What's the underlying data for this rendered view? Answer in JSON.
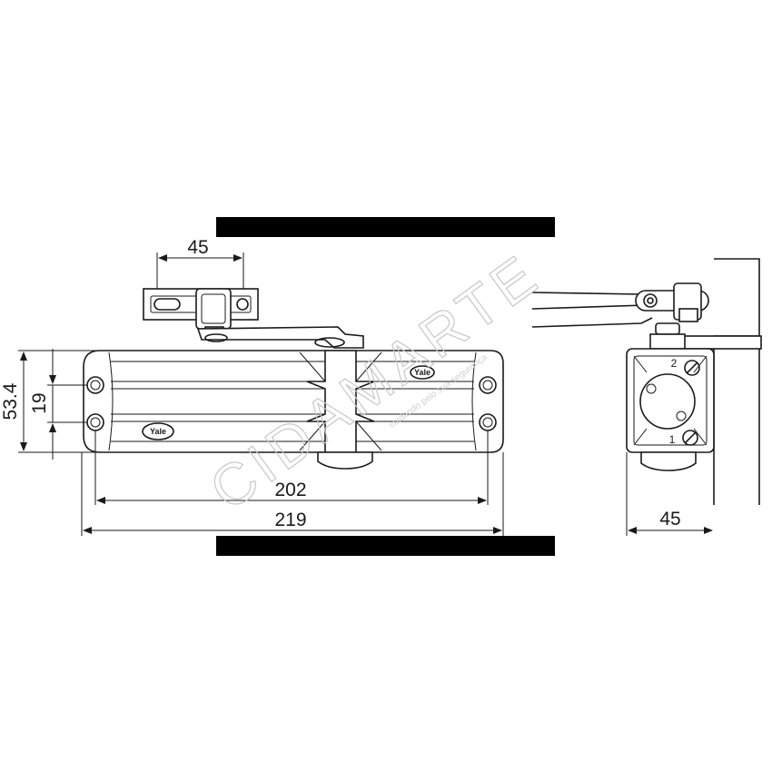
{
  "dimensions": {
    "top_arm_width": "45",
    "inner_length": "202",
    "overall_length": "219",
    "overall_height": "53.4",
    "hole_spacing": "19",
    "side_depth": "45"
  },
  "markings": {
    "brand_front": "Yale",
    "brand_top": "Yale",
    "valve_1": "1",
    "valve_2": "2"
  },
  "watermark": {
    "text": "CIDAMARTE",
    "tagline": "cuidando pelo sua segurança"
  },
  "colors": {
    "line": "#1a1a1a",
    "redaction_bar": "#000000",
    "watermark": "#c8c8c8"
  }
}
